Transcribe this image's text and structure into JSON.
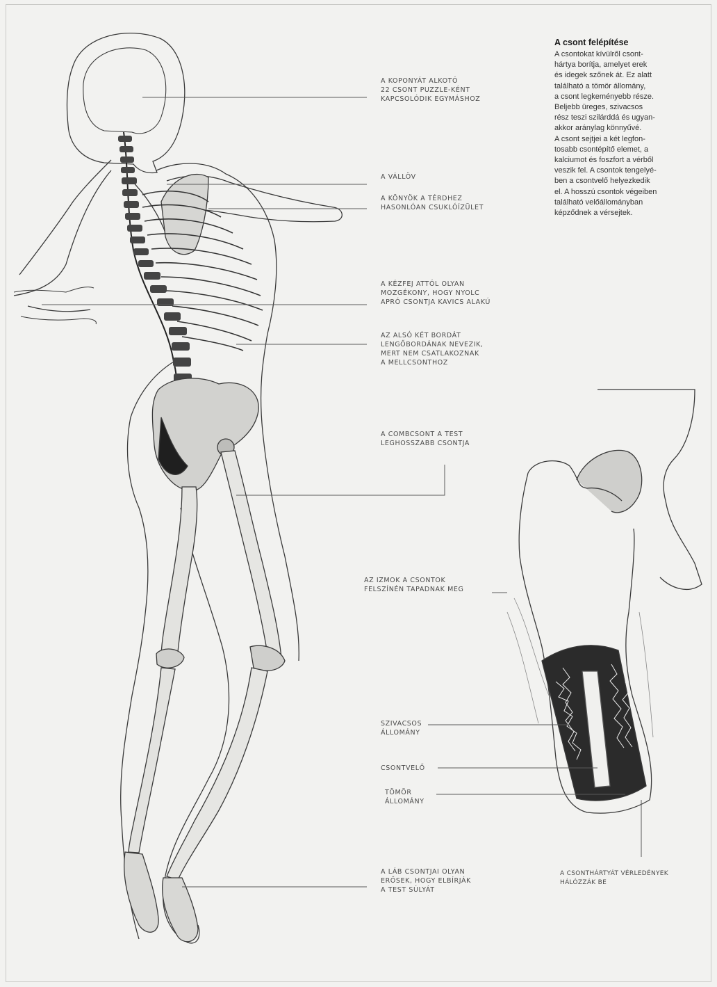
{
  "info": {
    "title": "A csont felépítése",
    "lines": [
      "A csontokat kívülről csont-",
      "hártya borítja, amelyet erek",
      "és idegek szőnek át. Ez alatt",
      "található a tömör állomány,",
      "a csont legkeményebb része.",
      "Beljebb üreges, szivacsos",
      "rész teszi szilárddá és ugyan-",
      "akkor aránylag könnyűvé.",
      "A csont sejtjei a két legfon-",
      "tosabb csontépítő elemet, a",
      "kalciumot és foszfort a vérből",
      "veszik fel. A csontok tengelyé-",
      "ben a csontvelő helyezkedik",
      "el. A hosszú csontok végeiben",
      "található velőállományban",
      "képződnek a vérsejtek."
    ]
  },
  "labels": {
    "skull": [
      "A KOPONYÁT ALKOTÓ",
      "22 CSONT PUZZLE-KÉNT",
      "KAPCSOLÓDIK EGYMÁSHOZ"
    ],
    "shoulder": [
      "A VÁLLÖV"
    ],
    "elbow": [
      "A KÖNYÖK A TÉRDHEZ",
      "HASONLÓAN CSUKLÓÍZÜLET"
    ],
    "wrist": [
      "A KÉZFEJ ATTÓL OLYAN",
      "MOZGÉKONY, HOGY NYOLC",
      "APRÓ CSONTJA KAVICS ALAKÚ"
    ],
    "ribs": [
      "AZ ALSÓ KÉT BORDÁT",
      "LENGŐBORDÁNAK NEVEZIK,",
      "MERT NEM CSATLAKOZNAK",
      "A MELLCSONTHOZ"
    ],
    "femur": [
      "A COMBCSONT A TEST",
      "LEGHOSSZABB CSONTJA"
    ],
    "muscles": [
      "AZ IZMOK A CSONTOK",
      "FELSZÍNÉN TAPADNAK MEG"
    ],
    "spongy": [
      "SZIVACSOS",
      "ÁLLOMÁNY"
    ],
    "marrow": [
      "CSONTVELŐ"
    ],
    "compact": [
      "TÖMÖR",
      "ÁLLOMÁNY"
    ],
    "foot": [
      "A LÁB CSONTJAI OLYAN",
      "ERŐSEK, HOGY ELBÍRJÁK",
      "A TEST SÚLYÁT"
    ],
    "periosteum": [
      "A CSONTHÁRTYÁT VÉRLEDÉNYEK",
      "HÁLÓZZÁK BE"
    ]
  },
  "colors": {
    "paper": "#f2f2f0",
    "ink": "#2a2a2a",
    "leader": "#5a5a5a"
  }
}
